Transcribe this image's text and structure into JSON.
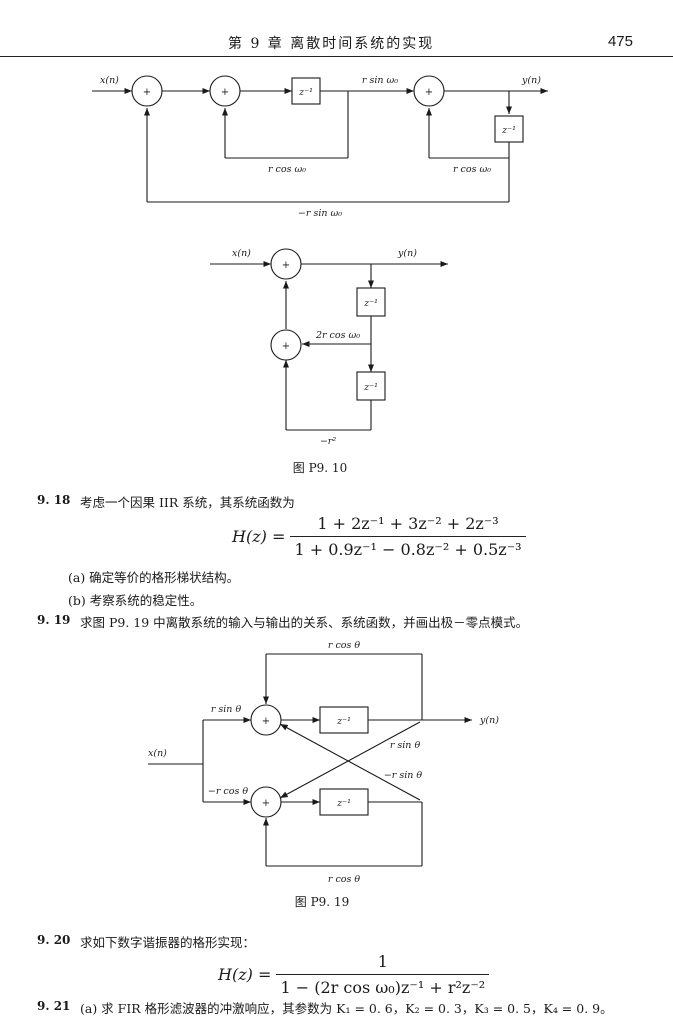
{
  "header": {
    "chapter_title": "第 9 章    离散时间系统的实现",
    "page_number": "475"
  },
  "diagram_a": {
    "labels": {
      "input": "x(n)",
      "output": "y(n)",
      "plus": "+",
      "delay": "z⁻¹",
      "rsin": "r sin ω₀",
      "rcos_left": "r cos ω₀",
      "rcos_right": "r cos ω₀",
      "neg_rsin": "−r sin ω₀"
    }
  },
  "diagram_b": {
    "labels": {
      "input": "x(n)",
      "output": "y(n)",
      "plus": "+",
      "delay": "z⁻¹",
      "two_rcos": "2r cos ω₀",
      "neg_r2": "−r²"
    },
    "caption": "图 P9. 10"
  },
  "problem_918": {
    "number": "9. 18",
    "text": "考虑一个因果 IIR 系统，其系统函数为",
    "equation_lhs": "H(z) =",
    "numerator": "1 + 2z⁻¹ + 3z⁻² + 2z⁻³",
    "denominator": "1 + 0.9z⁻¹ − 0.8z⁻² + 0.5z⁻³",
    "part_a": "(a) 确定等价的格形梯状结构。",
    "part_b": "(b) 考察系统的稳定性。"
  },
  "problem_919": {
    "number": "9. 19",
    "text": "求图 P9. 19 中离散系统的输入与输出的关系、系统函数，并画出极－零点模式。"
  },
  "diagram_c": {
    "labels": {
      "input": "x(n)",
      "output": "y(n)",
      "plus": "+",
      "delay": "z⁻¹",
      "rcos_top": "r cos θ",
      "rsin_left": "r sin θ",
      "neg_rcos_left": "−r cos θ",
      "rsin_cross": "r sin θ",
      "neg_rsin_cross": "−r sin θ",
      "rcos_bottom": "r cos θ"
    },
    "caption": "图 P9. 19"
  },
  "problem_920": {
    "number": "9. 20",
    "text": "求如下数字谐振器的格形实现：",
    "equation_lhs": "H(z) =",
    "numerator": "1",
    "denominator": "1 − (2r cos ω₀)z⁻¹ + r²z⁻²"
  },
  "problem_921": {
    "number": "9. 21",
    "text": "(a) 求 FIR 格形滤波器的冲激响应，其参数为 K₁ = 0. 6，K₂ = 0. 3，K₃ = 0. 5，K₄ = 0. 9。"
  }
}
